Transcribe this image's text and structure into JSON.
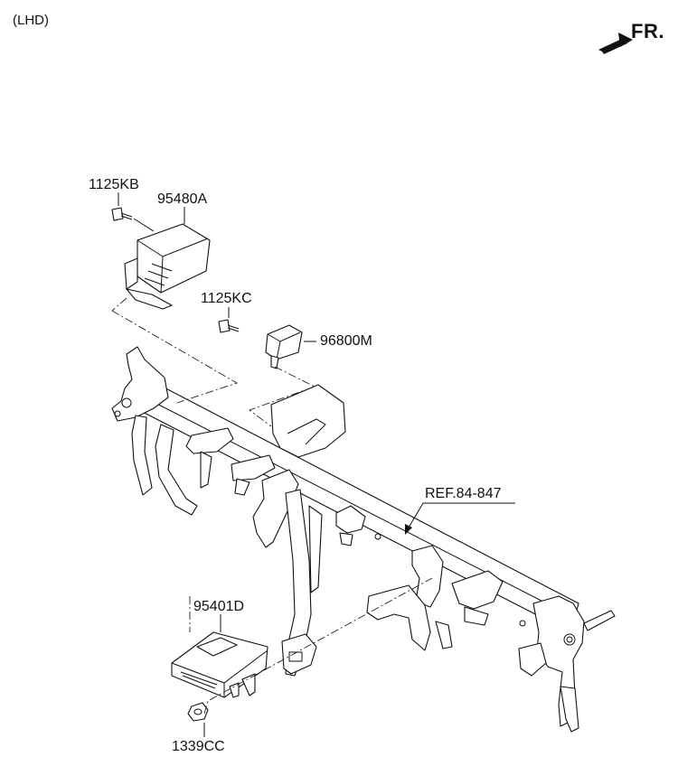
{
  "header": {
    "variant": "(LHD)",
    "direction": "FR."
  },
  "parts": {
    "p1": "1125KB",
    "p2": "95480A",
    "p3": "1125KC",
    "p4": "96800M",
    "p5": "95401D",
    "p6": "1339CC",
    "ref": "REF.84-847"
  },
  "icons": {
    "direction_arrow": "front-direction-arrow-icon"
  },
  "colors": {
    "line": "#111111",
    "background": "#ffffff"
  }
}
